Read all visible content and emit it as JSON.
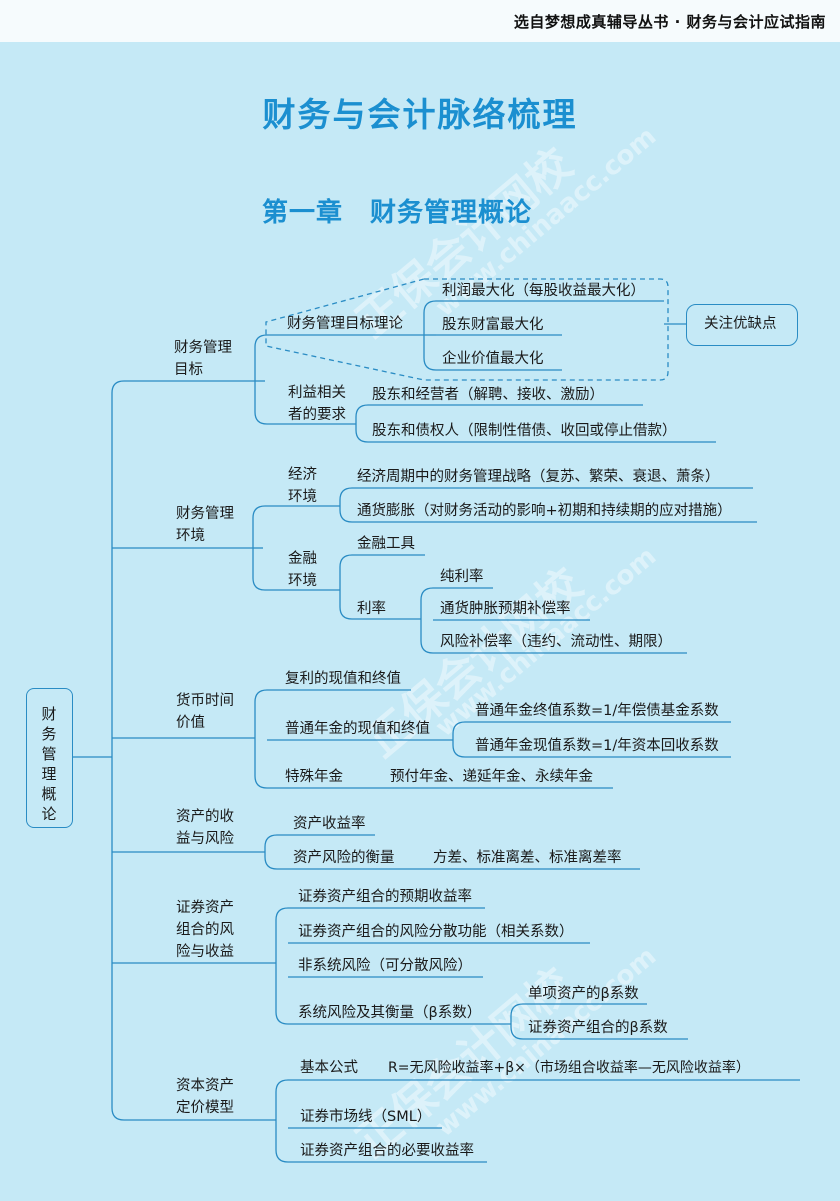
{
  "header": {
    "series_text": "选自梦想成真辅导丛书 · 财务与会计应试指南"
  },
  "title": "财务与会计脉络梳理",
  "chapter_title": "第一章　财务管理概论",
  "watermark": {
    "text_cn": "正保会计网校",
    "text_url": "www.chinaacc.com"
  },
  "mindmap": {
    "root": "财务管理概论",
    "branches": [
      {
        "label": "财务管理目标",
        "nodes": [
          {
            "label": "财务管理目标理论",
            "children": [
              "利润最大化（每股收益最大化）",
              "股东财富最大化",
              "企业价值最大化"
            ],
            "note": "关注优缺点"
          },
          {
            "label": "利益相关者的要求",
            "children": [
              "股东和经营者（解聘、接收、激励）",
              "股东和债权人（限制性借债、收回或停止借款）"
            ]
          }
        ]
      },
      {
        "label": "财务管理环境",
        "nodes": [
          {
            "label": "经济环境",
            "children": [
              "经济周期中的财务管理战略（复苏、繁荣、衰退、萧条）",
              "通货膨胀（对财务活动的影响+初期和持续期的应对措施）"
            ]
          },
          {
            "label": "金融环境",
            "children": [
              "金融工具",
              "利率"
            ],
            "sub": [
              "纯利率",
              "通货肿胀预期补偿率",
              "风险补偿率（违约、流动性、期限）"
            ]
          }
        ]
      },
      {
        "label": "货币时间价值",
        "nodes": [
          {
            "label": "复利的现值和终值"
          },
          {
            "label": "普通年金的现值和终值",
            "children": [
              "普通年金终值系数=1/年偿债基金系数",
              "普通年金现值系数=1/年资本回收系数"
            ]
          },
          {
            "label": "特殊年金",
            "detail": "预付年金、递延年金、永续年金"
          }
        ]
      },
      {
        "label": "资产的收益与风险",
        "nodes": [
          {
            "label": "资产收益率"
          },
          {
            "label": "资产风险的衡量",
            "detail": "方差、标准离差、标准离差率"
          }
        ]
      },
      {
        "label": "证券资产组合的风险与收益",
        "nodes": [
          {
            "label": "证券资产组合的预期收益率"
          },
          {
            "label": "证券资产组合的风险分散功能（相关系数）"
          },
          {
            "label": "非系统风险（可分散风险）"
          },
          {
            "label": "系统风险及其衡量（β系数）",
            "children": [
              "单项资产的β系数",
              "证券资产组合的β系数"
            ]
          }
        ]
      },
      {
        "label": "资本资产定价模型",
        "nodes": [
          {
            "label": "基本公式",
            "formula": "R=无风险收益率+β×（市场组合收益率—无风险收益率）"
          },
          {
            "label": "证券市场线（SML）"
          },
          {
            "label": "证券资产组合的必要收益率"
          }
        ]
      }
    ]
  }
}
